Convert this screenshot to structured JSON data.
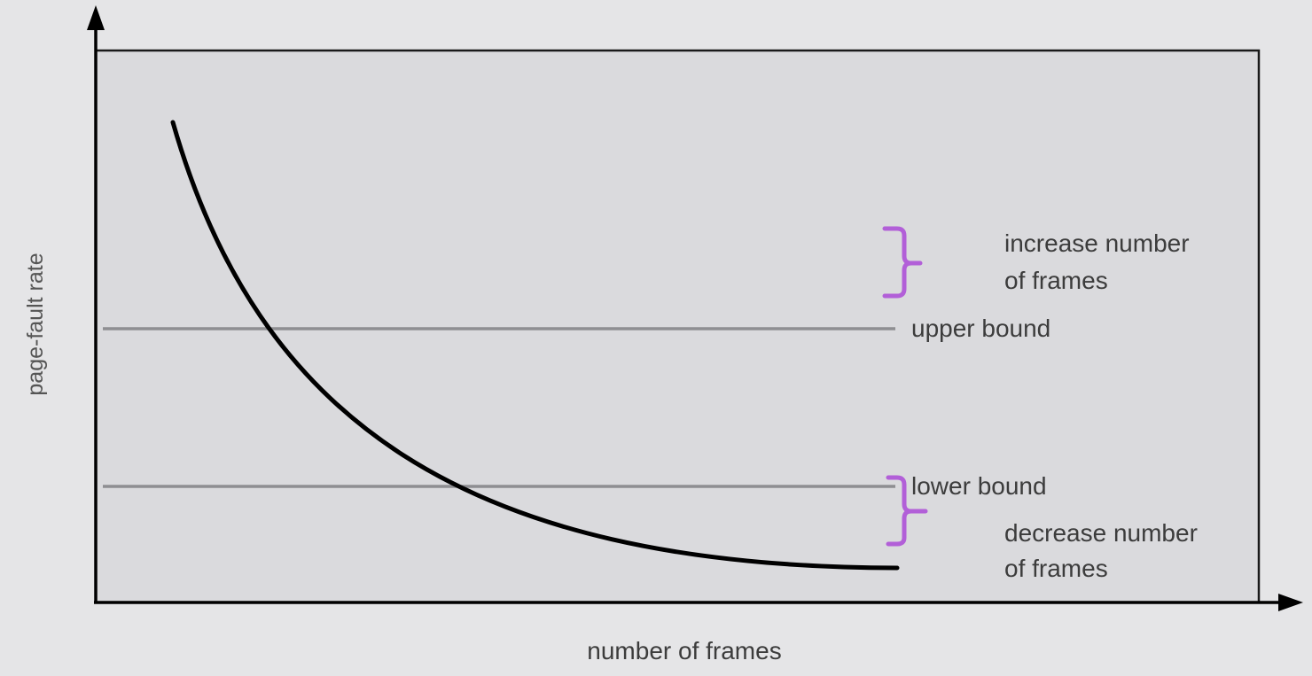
{
  "diagram": {
    "ylabel": "page-fault rate",
    "xlabel": "number of frames",
    "upper_bound_label": "upper bound",
    "lower_bound_label": "lower bound",
    "increase_label_line1": "increase number",
    "increase_label_line2": "of frames",
    "decrease_label_line1": "decrease number",
    "decrease_label_line2": "of frames"
  },
  "colors": {
    "background": "#e5e5e7",
    "plot_area": "#dadadd",
    "curve": "#000000",
    "bound_lines": "#8e8e92",
    "brace": "#b25fd8",
    "text": "#3c3c3c"
  }
}
